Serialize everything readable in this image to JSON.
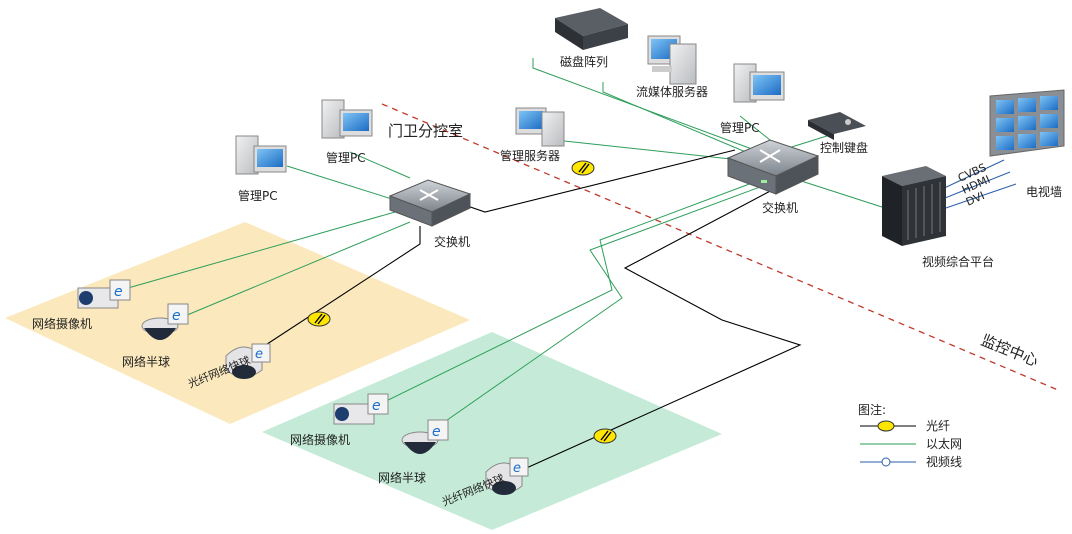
{
  "zones": {
    "guard_room": "门卫分控室",
    "monitor_center": "监控中心"
  },
  "devices": {
    "disk_array": "磁盘阵列",
    "stream_server": "流媒体服务器",
    "mgmt_pc_top": "管理PC",
    "mgmt_server": "管理服务器",
    "control_keyboard": "控制键盘",
    "switch_center": "交换机",
    "video_platform": "视频综合平台",
    "video_wall": "电视墙",
    "mgmt_pc_left1": "管理PC",
    "mgmt_pc_left2": "管理PC",
    "switch_guard": "交换机",
    "cam1_box": "网络摄像机",
    "cam1_dome": "网络半球",
    "cam1_speed": "光纤网络快球",
    "cam2_box": "网络摄像机",
    "cam2_dome": "网络半球",
    "cam2_speed": "光纤网络快球"
  },
  "video_links": [
    "CVBS",
    "HDMI",
    "DVI"
  ],
  "legend": {
    "title": "图注:",
    "fiber": "光纤",
    "ethernet": "以太网",
    "video": "视频线"
  },
  "colors": {
    "ethernet": "#2e9e5a",
    "fiber": "#000000",
    "video": "#2a5fa8",
    "guard_zone": "#fbe7b6",
    "center_zone": "#bfe9d4",
    "zone_divider": "#c0392b"
  }
}
